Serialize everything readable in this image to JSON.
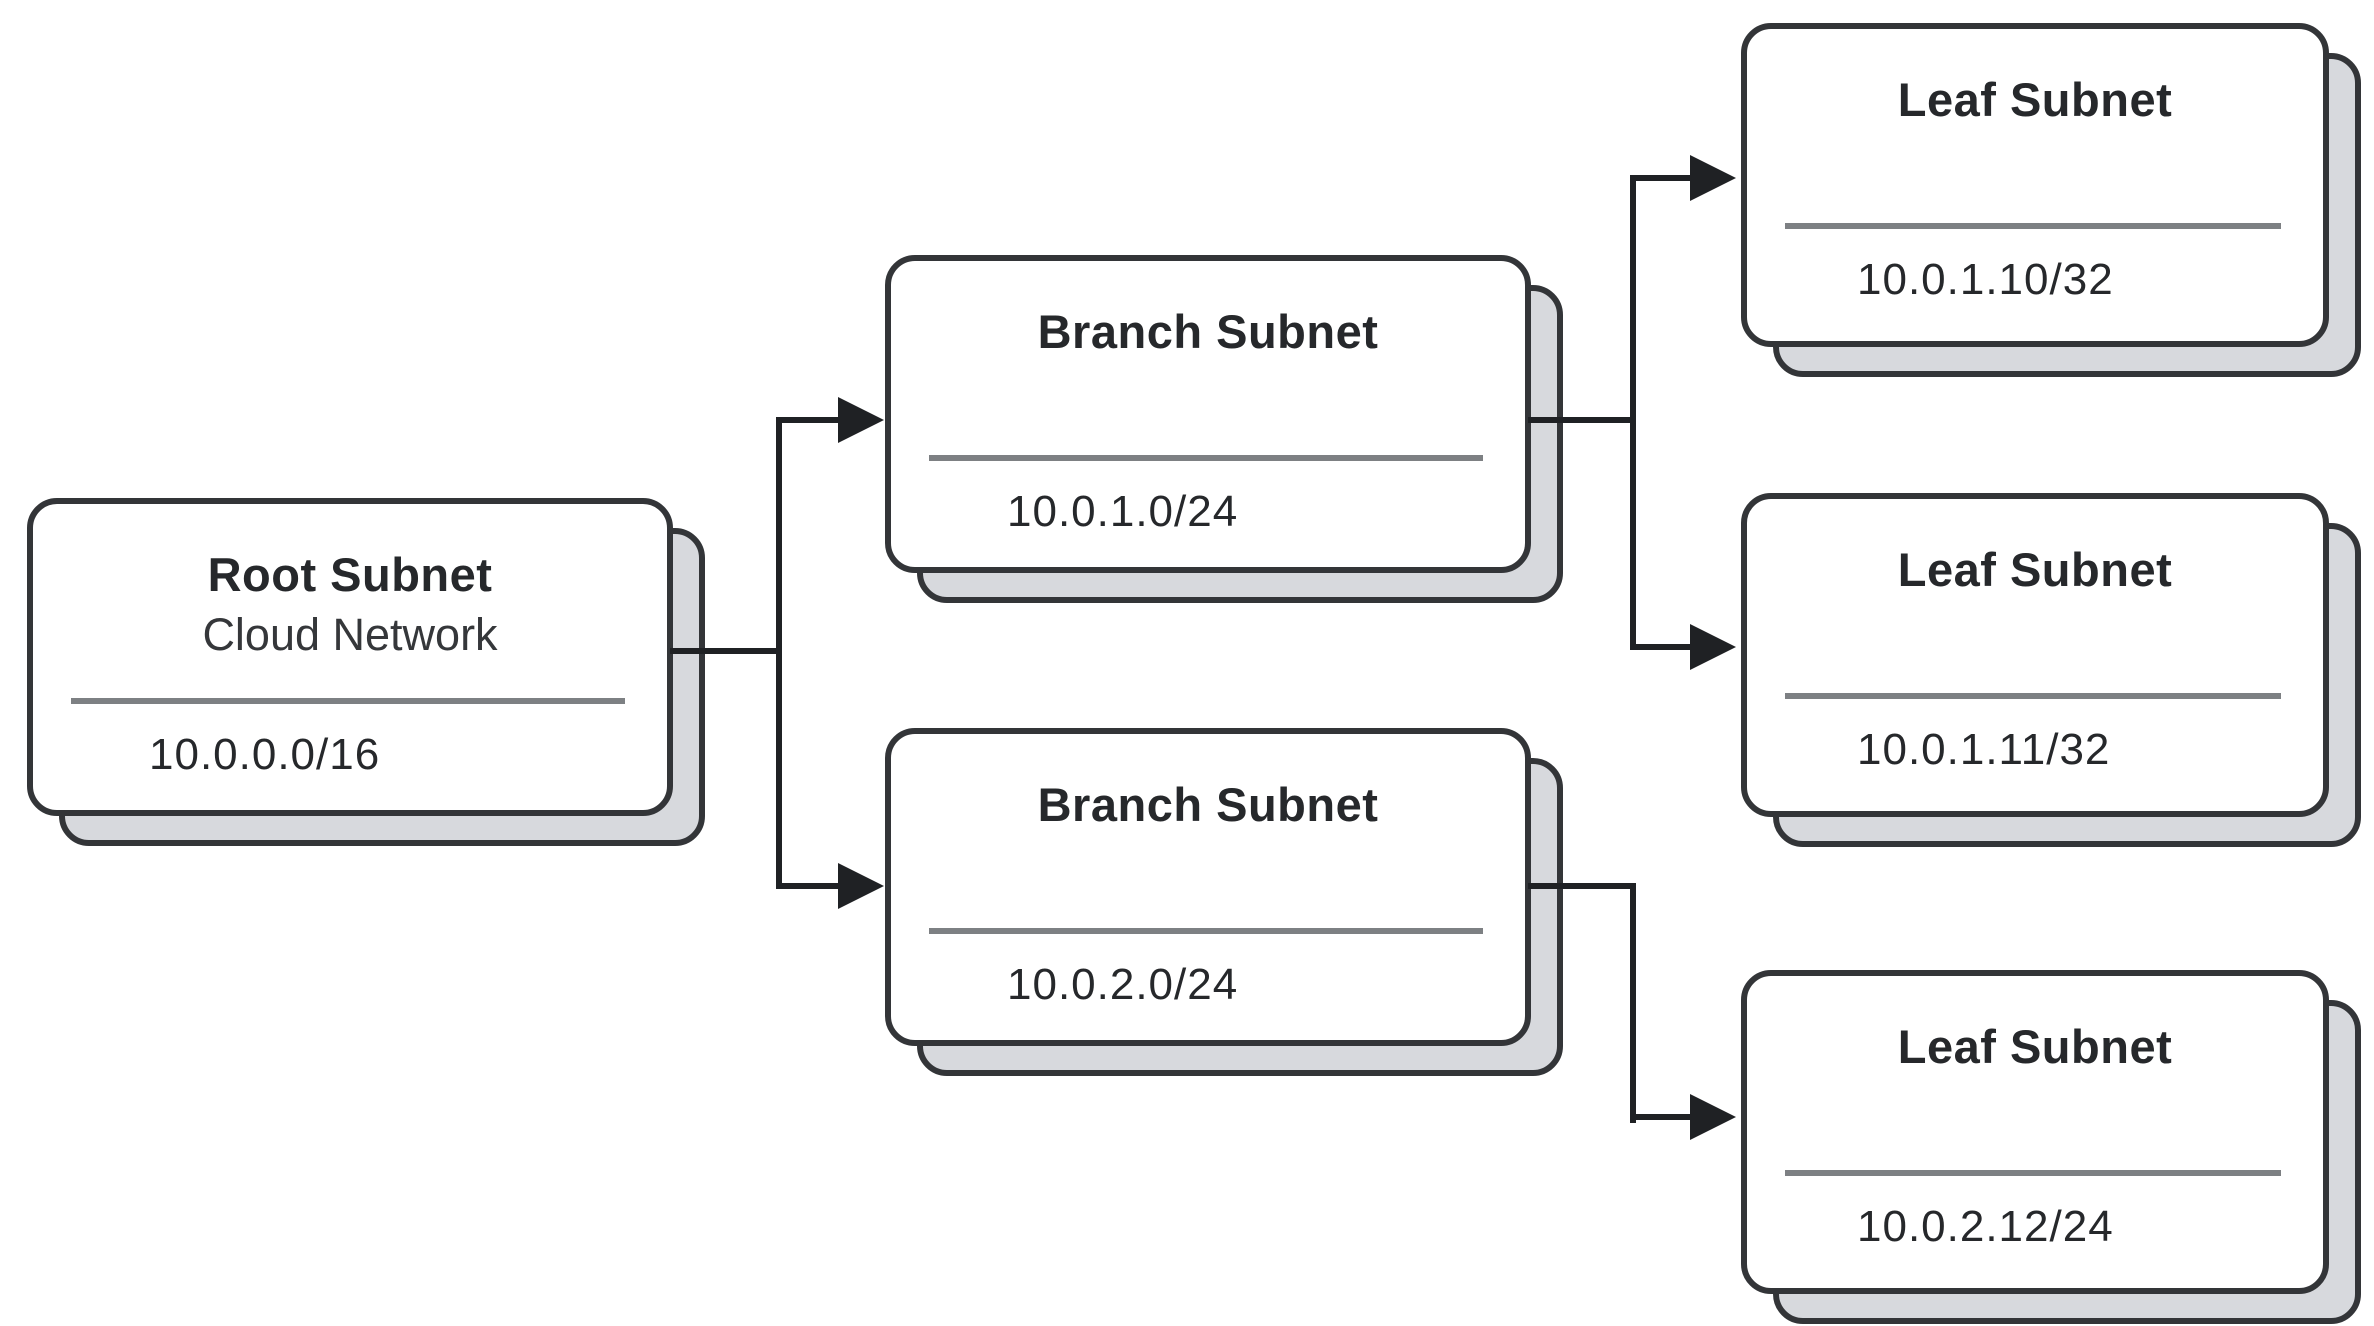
{
  "diagram": {
    "description": "Subnet hierarchy diagram",
    "colors": {
      "card_border": "#333538",
      "card_fill": "#ffffff",
      "card_shadow_fill": "#d7d9dd",
      "divider": "#7d8083",
      "connector": "#1f2124",
      "text": "#26282b",
      "background": "#ffffff"
    },
    "nodes": [
      {
        "id": "root",
        "title": "Root Subnet",
        "subtitle": "Cloud Network",
        "cidr": "10.0.0.0/16"
      },
      {
        "id": "branch-1",
        "title": "Branch Subnet",
        "subtitle": "",
        "cidr": "10.0.1.0/24"
      },
      {
        "id": "branch-2",
        "title": "Branch Subnet",
        "subtitle": "",
        "cidr": "10.0.2.0/24"
      },
      {
        "id": "leaf-1",
        "title": "Leaf Subnet",
        "subtitle": "",
        "cidr": "10.0.1.10/32"
      },
      {
        "id": "leaf-2",
        "title": "Leaf Subnet",
        "subtitle": "",
        "cidr": "10.0.1.11/32"
      },
      {
        "id": "leaf-3",
        "title": "Leaf Subnet",
        "subtitle": "",
        "cidr": "10.0.2.12/24"
      }
    ],
    "edges": [
      {
        "from": "root",
        "to": "branch-1"
      },
      {
        "from": "root",
        "to": "branch-2"
      },
      {
        "from": "branch-1",
        "to": "leaf-1"
      },
      {
        "from": "branch-1",
        "to": "leaf-2"
      },
      {
        "from": "branch-2",
        "to": "leaf-3"
      }
    ]
  }
}
